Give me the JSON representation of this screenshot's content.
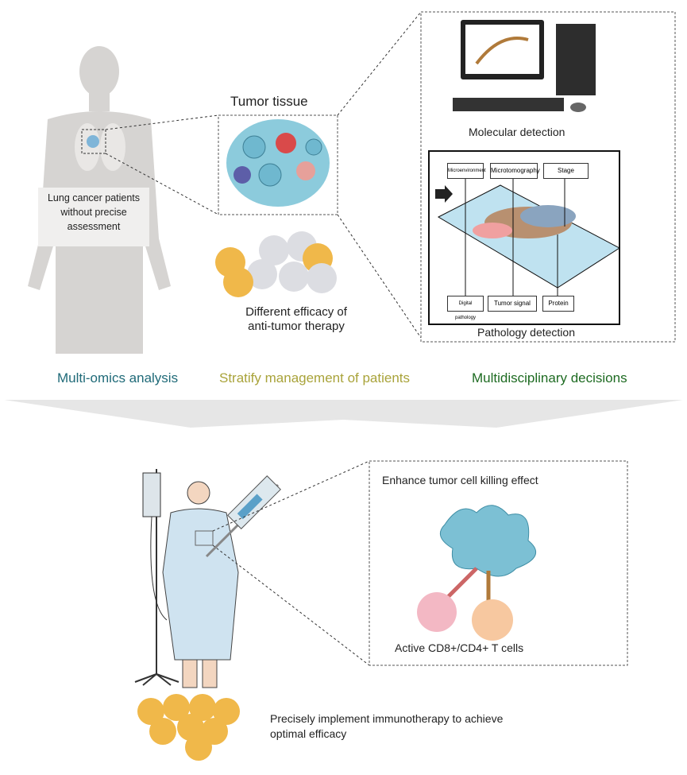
{
  "top": {
    "patient_label": "Lung cancer patients without precise assessment",
    "tumor_title": "Tumor tissue",
    "efficacy_label": "Different efficacy of anti-tumor therapy",
    "molecular_label": "Molecular detection",
    "pathology_label": "Pathology detection",
    "pathology_tags": [
      "Microenvironment",
      "Microtomography",
      "Stage",
      "Digital pathology",
      "Tumor signal",
      "Protein"
    ]
  },
  "middle": {
    "items": [
      {
        "text": "Multi-omics analysis",
        "color": "#1f6a78"
      },
      {
        "text": "Stratify management of patients",
        "color": "#a9a33a"
      },
      {
        "text": "Multidisciplinary decisions",
        "color": "#1e6b22"
      }
    ]
  },
  "bottom": {
    "enhance_label": "Enhance tumor cell killing effect",
    "tcell_label": "Active CD8+/CD4+ T cells",
    "outcome_label": "Precisely implement immunotherapy to achieve optimal efficacy"
  }
}
